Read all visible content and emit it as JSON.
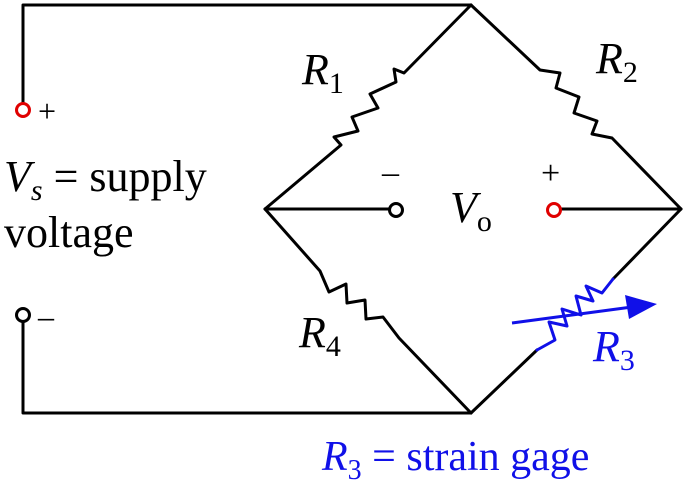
{
  "diagram": {
    "resistors": {
      "r1": {
        "letter": "R",
        "sub": "1"
      },
      "r2": {
        "letter": "R",
        "sub": "2"
      },
      "r3": {
        "letter": "R",
        "sub": "3"
      },
      "r4": {
        "letter": "R",
        "sub": "4"
      }
    },
    "supply": {
      "plus": "+",
      "minus": "–",
      "v_letter": "V",
      "v_sub": "s",
      "text_line1": " = supply",
      "text_line2": "voltage"
    },
    "output": {
      "v_letter": "V",
      "v_sub": "o",
      "minus": "–",
      "plus": "+"
    },
    "caption": {
      "letter": "R",
      "sub": "3",
      "text": " = strain gage"
    },
    "colors": {
      "wire": "#000000",
      "strain_gage": "#1010e8",
      "positive_terminal": "#e00000",
      "negative_terminal": "#000000"
    }
  }
}
